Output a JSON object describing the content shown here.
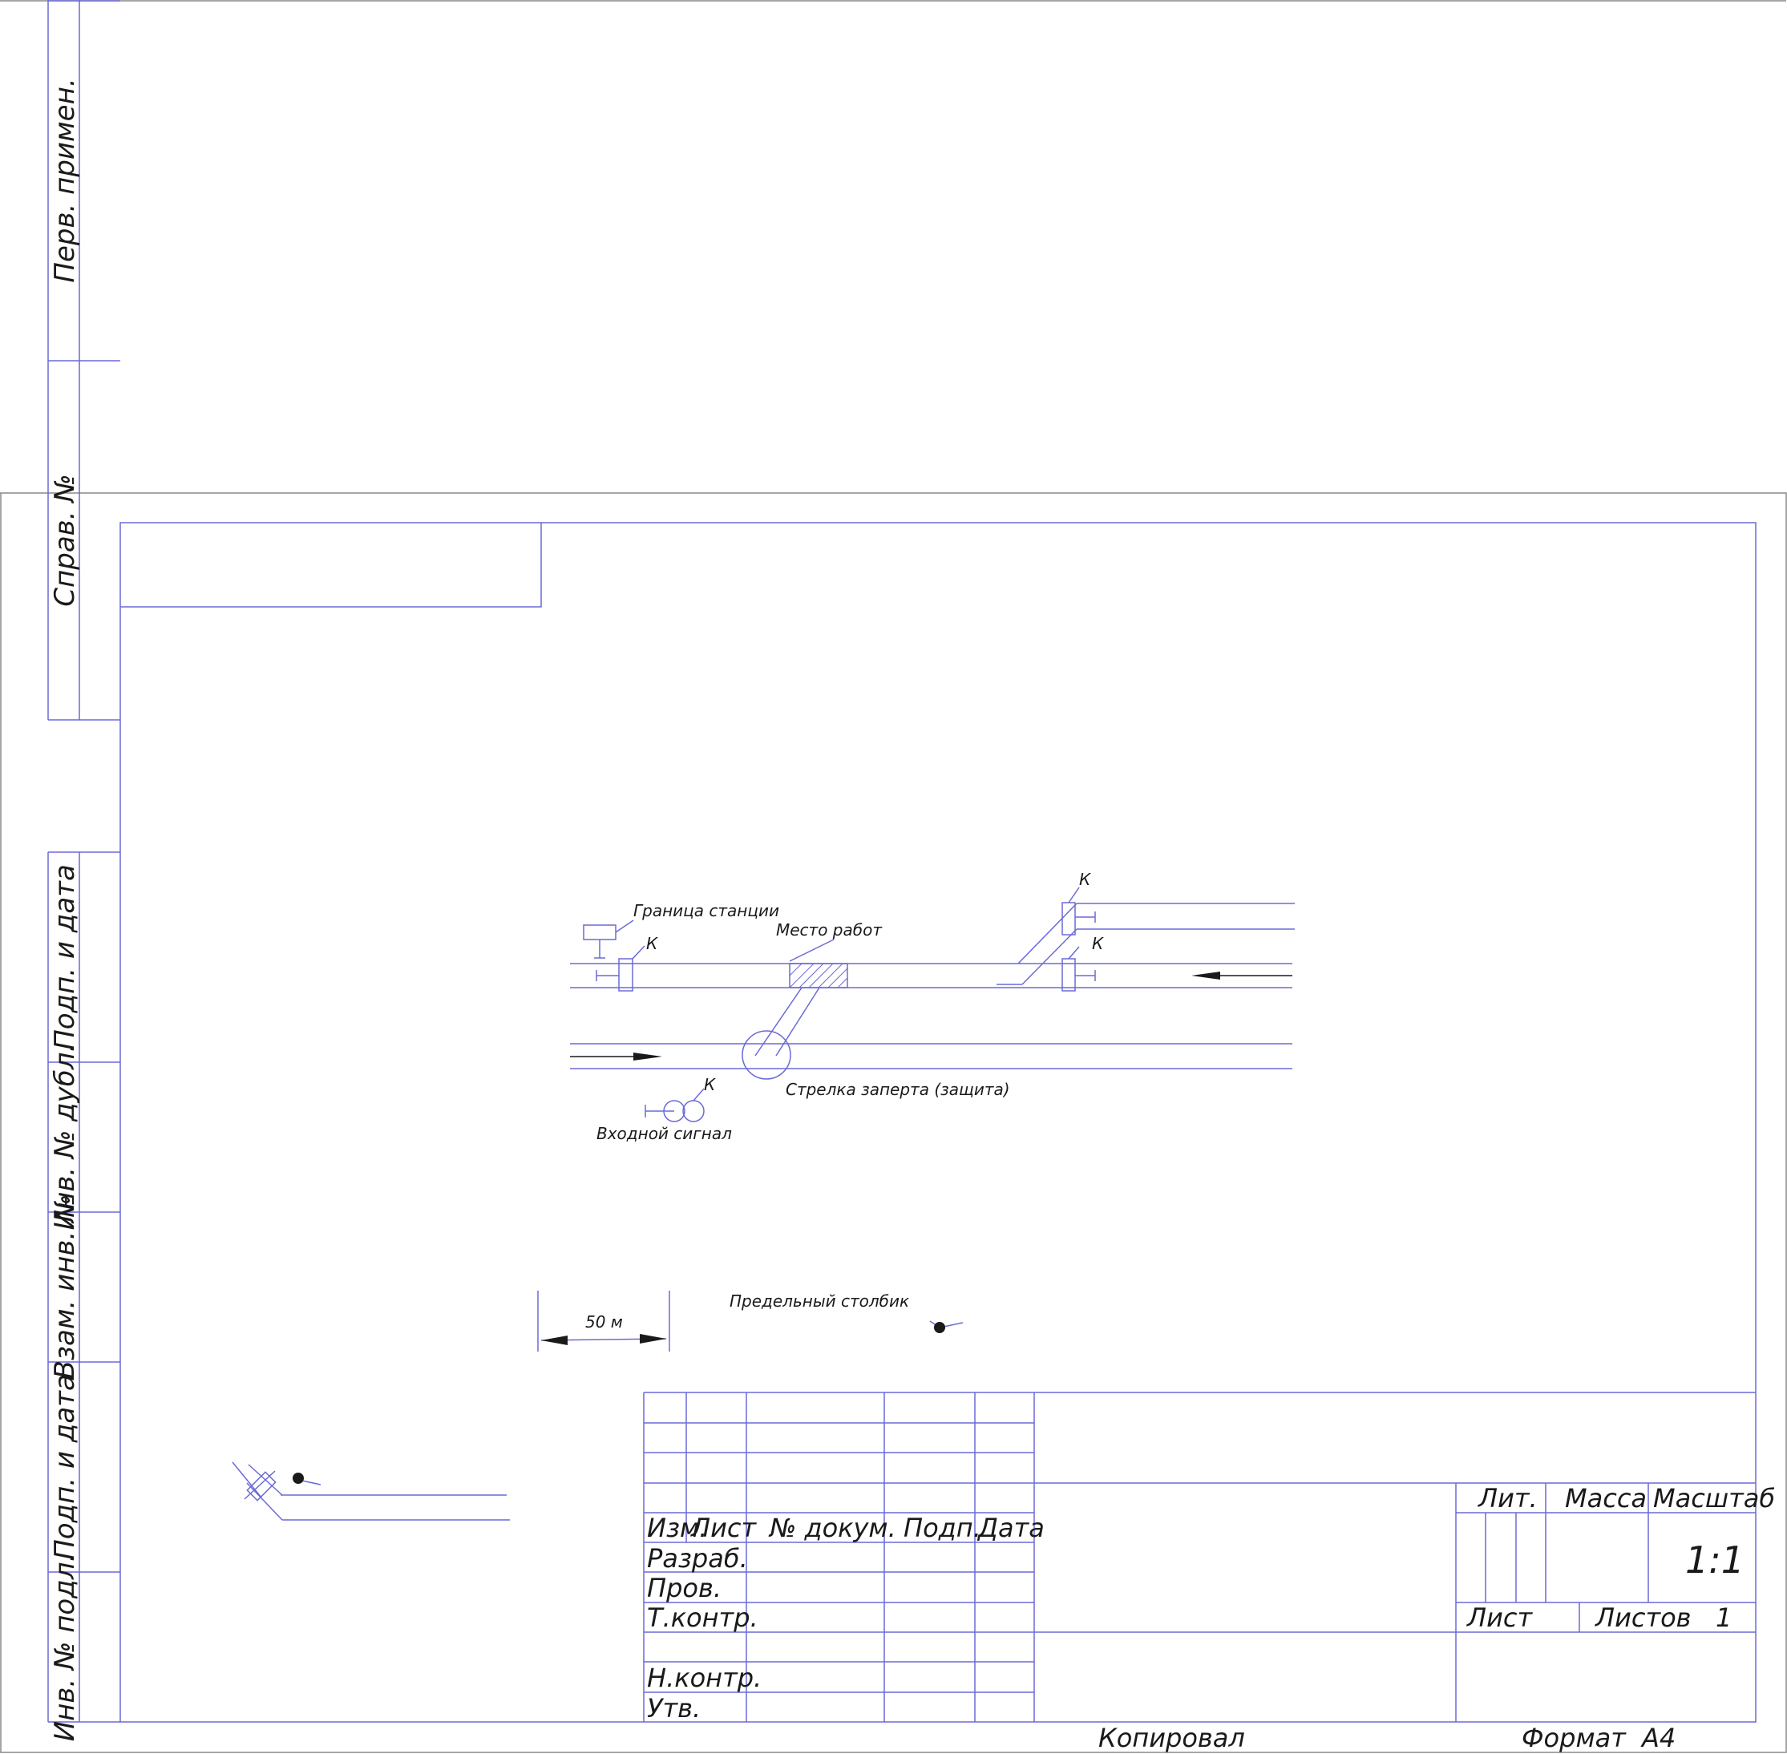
{
  "side_strip": {
    "perv_primen": "Перв. примен.",
    "sprav_no": "Справ. №",
    "podp_data_1": "Подп. и дата",
    "inv_dubl": "Инв. № дубл.",
    "vzam_inv": "Взам. инв. №",
    "podp_data_2": "Подп. и дата",
    "inv_podl": "Инв. № подл."
  },
  "drawing": {
    "station_boundary": "Граница станции",
    "work_site": "Место работ",
    "switch_locked": "Стрелка заперта (защита)",
    "entry_signal": "Входной сигнал",
    "limit_post": "Предельный столбик",
    "dimension": "50 м",
    "marker_k": "К"
  },
  "title_block": {
    "col_izm": "Изм.",
    "col_list": "Лист",
    "col_doc": "№ докум.",
    "col_podp": "Подп.",
    "col_data": "Дата",
    "row_razrab": "Разраб.",
    "row_prov": "Пров.",
    "row_tkontr": "Т.контр.",
    "row_nkontr": "Н.контр.",
    "row_utv": "Утв.",
    "lit": "Лит.",
    "massa": "Масса",
    "masshtab": "Масштаб",
    "scale_value": "1:1",
    "list_label": "Лист",
    "listov_label": "Листов",
    "listov_value": "1"
  },
  "footer": {
    "kopiroval": "Копировал",
    "format_label": "Формат",
    "format_value": "А4"
  },
  "colors": {
    "frame_line": "#6a6ad8",
    "sheet_border": "#8a8a8a",
    "ink": "#1a1a1a"
  }
}
